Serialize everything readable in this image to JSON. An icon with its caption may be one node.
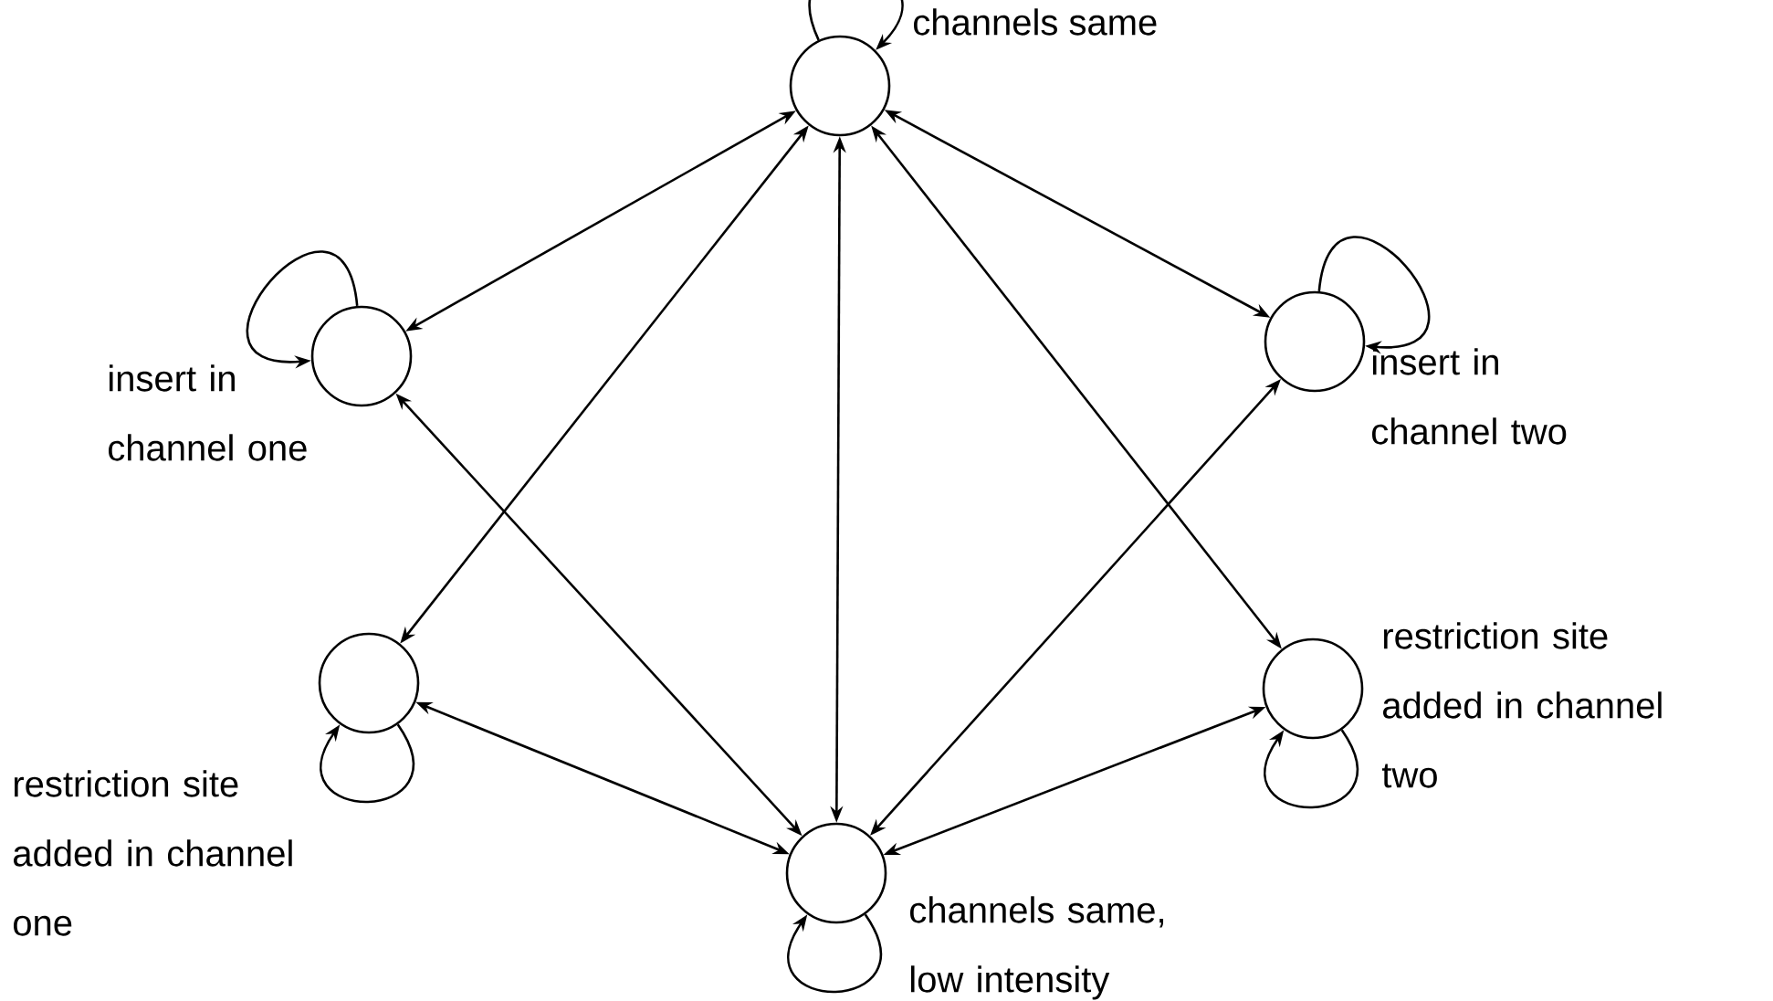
{
  "diagram": {
    "nodes": [
      {
        "text": [],
        "shape": "circle",
        "beside": [
          "channels same"
        ]
      },
      {
        "text": [],
        "shape": "circle",
        "beside": [
          "insert in channel one"
        ]
      },
      {
        "text": [],
        "shape": "circle",
        "beside": [
          "insert in channel two"
        ]
      },
      {
        "text": [],
        "shape": "circle",
        "beside": [
          "restriction site added in channel one"
        ]
      },
      {
        "text": [],
        "shape": "circle",
        "beside": [
          "restriction site added in channel two"
        ]
      },
      {
        "text": [],
        "shape": "circle",
        "beside": [
          "channels same, low intensity"
        ]
      }
    ],
    "edges": [
      {
        "from": 0,
        "to": 0,
        "arrow": "to"
      },
      {
        "from": 1,
        "to": 1,
        "arrow": "to"
      },
      {
        "from": 2,
        "to": 2,
        "arrow": "to"
      },
      {
        "from": 3,
        "to": 3,
        "arrow": "to"
      },
      {
        "from": 4,
        "to": 4,
        "arrow": "to"
      },
      {
        "from": 5,
        "to": 5,
        "arrow": "to"
      },
      {
        "from": 0,
        "to": 1,
        "arrow": "both"
      },
      {
        "from": 0,
        "to": 2,
        "arrow": "both"
      },
      {
        "from": 0,
        "to": 3,
        "arrow": "both"
      },
      {
        "from": 0,
        "to": 4,
        "arrow": "both"
      },
      {
        "from": 0,
        "to": 5,
        "arrow": "both"
      },
      {
        "from": 1,
        "to": 5,
        "arrow": "both"
      },
      {
        "from": 2,
        "to": 5,
        "arrow": "both"
      },
      {
        "from": 3,
        "to": 5,
        "arrow": "both"
      },
      {
        "from": 4,
        "to": 5,
        "arrow": "both"
      }
    ]
  }
}
